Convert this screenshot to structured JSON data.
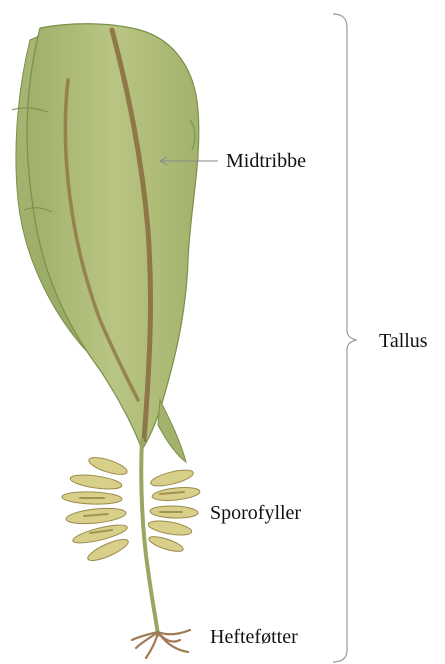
{
  "labels": {
    "midrib": "Midtribbe",
    "sporophylls": "Sporofyller",
    "holdfast": "Hefteføtter",
    "thallus": "Tallus"
  },
  "colors": {
    "blade_light": "#b4c07a",
    "blade_dark": "#8fa35c",
    "blade_edge": "#7a8f4a",
    "midrib": "#8a6a3e",
    "stipe": "#9aa662",
    "sporophyll": "#d8cf8a",
    "sporophyll_dark": "#9a8a4a",
    "holdfast": "#a07a55",
    "pointer": "#888888",
    "bracket": "#999999"
  }
}
